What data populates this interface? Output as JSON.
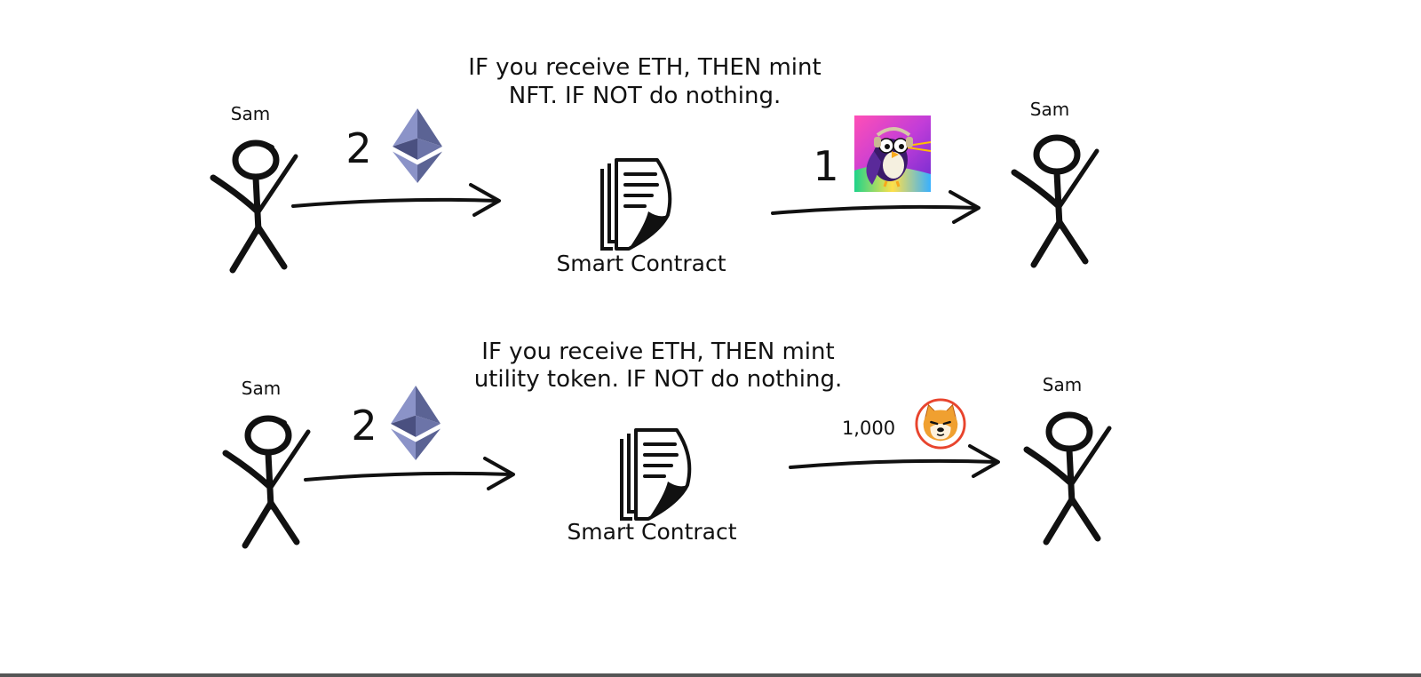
{
  "colors": {
    "ink": "#111111",
    "eth_dark": "#5b6394",
    "eth_light": "#8b93c8",
    "shiba_orange": "#f0a030",
    "shiba_red": "#e8442d",
    "nft_bg_pink": "#e0349a",
    "nft_bg_purple": "#7a2bd0"
  },
  "rows": [
    {
      "rule_lines": [
        "IF you receive ETH, THEN mint",
        "NFT. IF NOT do nothing."
      ],
      "sender": {
        "name": "Sam",
        "icon": "stick-figure-icon"
      },
      "payment": {
        "quantity": "2",
        "icon": "ethereum-icon"
      },
      "contract": {
        "label": "Smart Contract",
        "icon": "document-stack-icon"
      },
      "output": {
        "quantity": "1",
        "icon": "nft-bird-icon"
      },
      "receiver": {
        "name": "Sam",
        "icon": "stick-figure-icon"
      }
    },
    {
      "rule_lines": [
        "IF you receive ETH, THEN mint",
        "utility token. IF NOT do nothing."
      ],
      "sender": {
        "name": "Sam",
        "icon": "stick-figure-icon"
      },
      "payment": {
        "quantity": "2",
        "icon": "ethereum-icon"
      },
      "contract": {
        "label": "Smart Contract",
        "icon": "document-stack-icon"
      },
      "output": {
        "quantity": "1,000",
        "icon": "shiba-token-icon"
      },
      "receiver": {
        "name": "Sam",
        "icon": "stick-figure-icon"
      }
    }
  ]
}
